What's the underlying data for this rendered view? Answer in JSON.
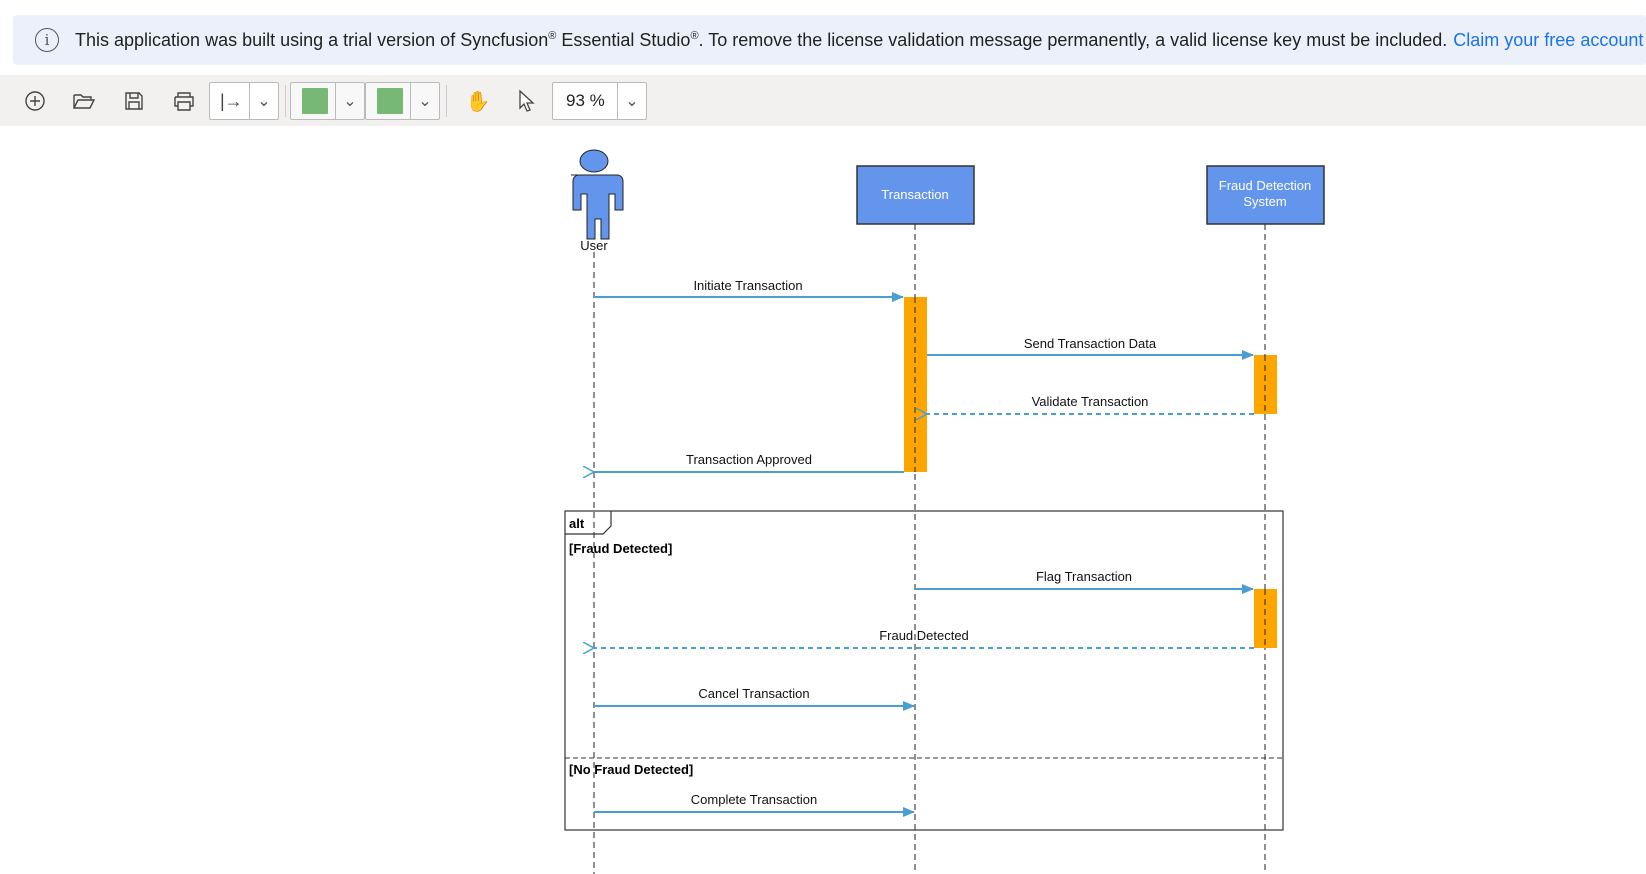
{
  "banner": {
    "text1": "This application was built using a trial version of Syncfusion",
    "text2": " Essential Studio",
    "text3": ". To remove the license validation message permanently, a valid license key must be included.",
    "reg": "®",
    "link": "Claim your free account",
    "icon": "info-icon"
  },
  "toolbar": {
    "zoom": "93 %",
    "icons": [
      "plus-circle-icon",
      "folder-open-icon",
      "save-icon",
      "print-icon",
      "export-icon",
      "fill-color-icon",
      "stroke-color-icon",
      "pan-hand-icon",
      "pointer-icon"
    ],
    "fill_color": "#77b974",
    "stroke_color": "#77b974"
  },
  "diagram": {
    "actors": {
      "user": "User",
      "transaction": "Transaction",
      "fraud1": "Fraud Detection",
      "fraud2": "System"
    },
    "messages": [
      "Initiate Transaction",
      "Send Transaction Data",
      "Validate Transaction",
      "Transaction Approved",
      "Flag Transaction",
      "Fraud Detected",
      "Cancel Transaction",
      "Complete Transaction"
    ],
    "fragment": {
      "type": "alt",
      "guard1": "[Fraud Detected]",
      "guard2": "[No Fraud Detected]"
    },
    "colors": {
      "participant": "#6495ed",
      "activation": "#ffa500",
      "message": "#4a9fd0"
    }
  }
}
